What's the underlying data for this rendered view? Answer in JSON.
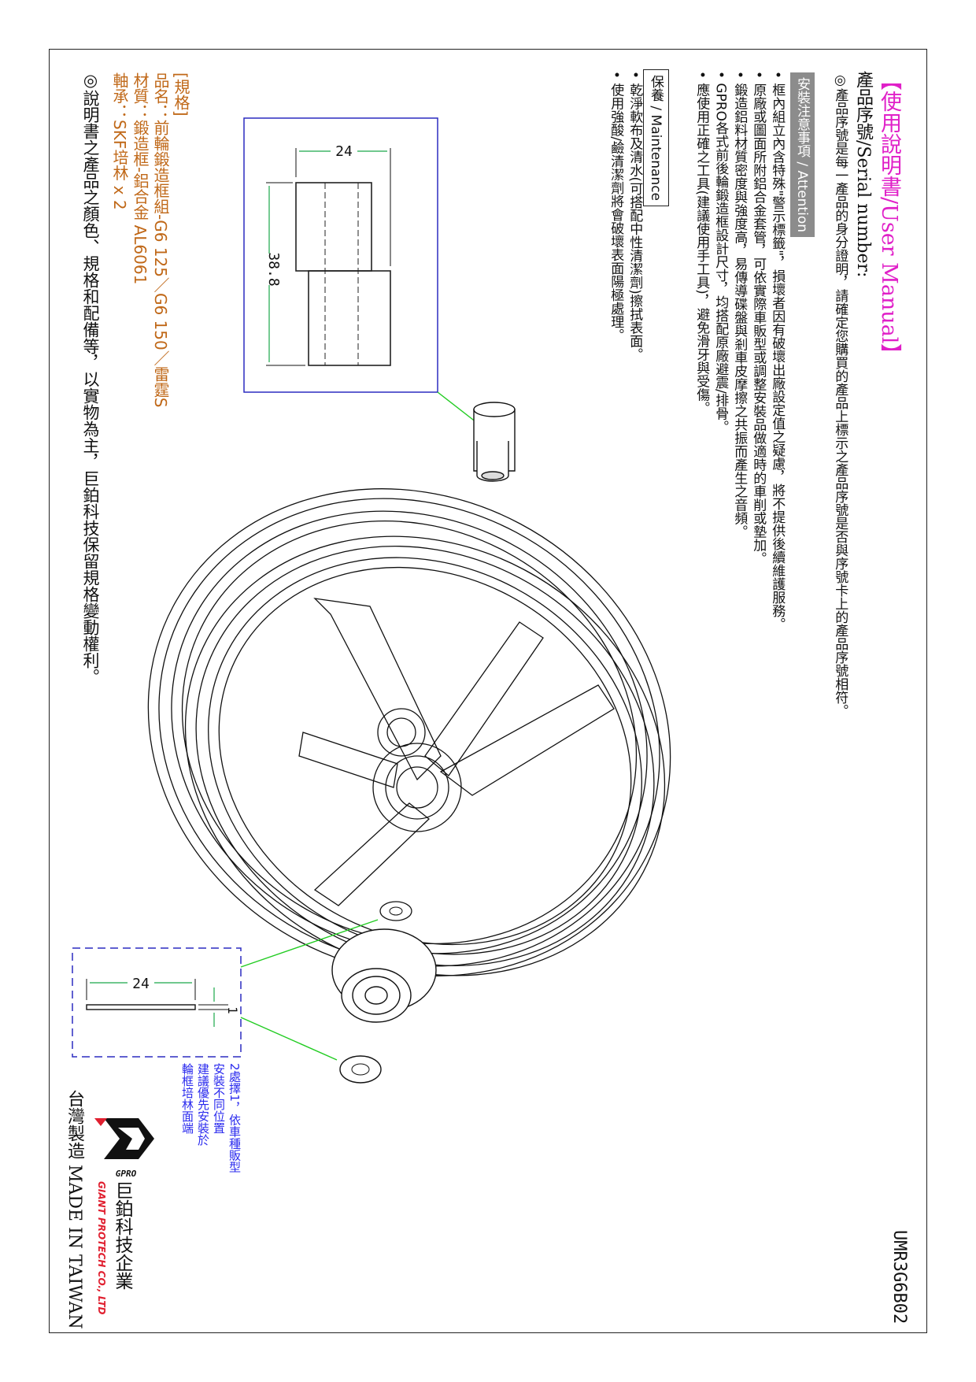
{
  "header": {
    "title": "【使用說明書/User Manual】",
    "serial_heading": "產品序號/Serial number:",
    "serial_desc": "◎產品序號是每一產品的身分證明，請確定您購買的產品上標示之產品序號是否與序號卡上的產品序號相符。"
  },
  "attention": {
    "heading": "安裝注意事項 / Attention",
    "items": [
      "• 框內組立內含特殊\"警示標籤\"，損壞者因有破壞出廠設定值之疑慮，將不提供後續維護服務。",
      "• 原廠或圖面所附鋁合金套管，可依實際車販型或調整安裝品做適時的車削或墊加。",
      "• 鍛造鋁料材質密度與強度高，易傳導碟盤與剎車皮摩擦之共振而產生之音頻。",
      "• GPRO各式前後輪鍛造框設計尺寸，均搭配原廠避震/排骨。",
      "• 應使用正確之工具(建議使用手工具)，避免滑牙與受傷。"
    ]
  },
  "maintenance": {
    "heading": "保養 / Maintenance",
    "items": [
      "• 乾淨軟布及清水(可搭配中性清潔劑)擦拭表面。",
      "• 使用強酸/鹼清潔劑將會破壞表面陽極處理。"
    ]
  },
  "specs": {
    "heading": "[規格]",
    "name": "品名：前輪鍛造框組-G6 125／G6 150／雷霆S",
    "material": "材質：鍛造框-鋁合金 AL6061",
    "bearing": "軸承：SKF培林 x 2"
  },
  "disclaimer": "◎說明書之產品之顏色、規格和配備等，以實物為主，巨鉑科技保留規格變動權利。",
  "drawing": {
    "spacer_width": "24",
    "spacer_length": "38.8",
    "washer_width": "24",
    "washer_thickness": "1"
  },
  "note": {
    "lines": [
      "2處擇1，依車種販型",
      "安裝不同位置",
      "建議優先安裝於",
      "輪框培林面端"
    ]
  },
  "brand": {
    "name_cn": "巨鉑科技企業",
    "name_en": "GIANT PROTECH CO., LTD",
    "logo_text": "GPRO"
  },
  "made_in": "台灣製造  MADE IN TAIWAN",
  "doc_code": "UMR3G6B02",
  "colors": {
    "title": "#e020c8",
    "specs": "#c06818",
    "note": "#2a2aee",
    "drawing_box": "#2c2cc0",
    "leader": "#22cc22",
    "brand_red": "#e02030"
  }
}
